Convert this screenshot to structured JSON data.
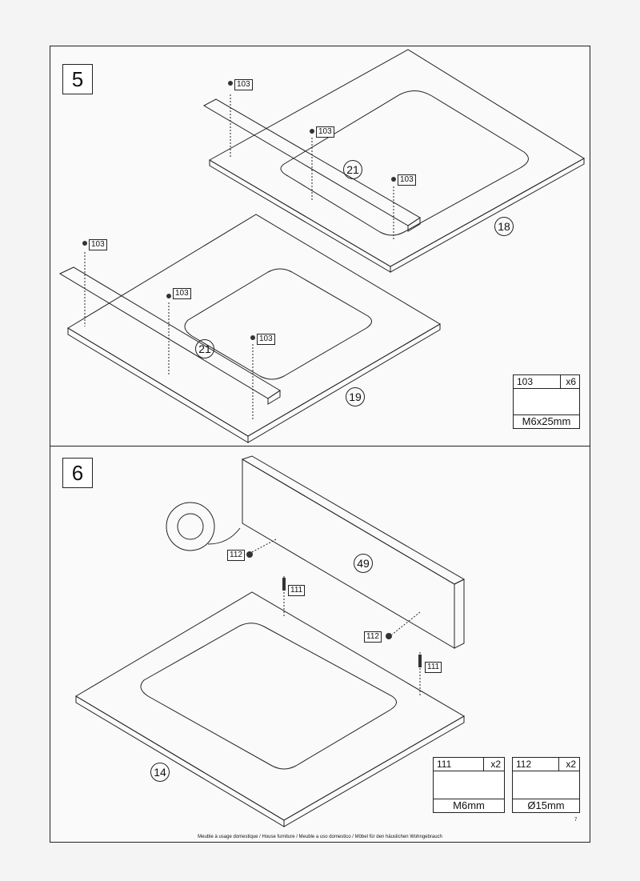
{
  "steps": [
    {
      "number": "5"
    },
    {
      "number": "6"
    }
  ],
  "step5": {
    "screw_label": "103",
    "parts": {
      "rail_a": "21",
      "panel_a": "18",
      "rail_b": "21",
      "panel_b": "19"
    },
    "hardware": {
      "id": "103",
      "qty": "x6",
      "size": "M6x25mm"
    }
  },
  "step6": {
    "dowel_label": "111",
    "cam_label": "112",
    "parts": {
      "back_panel": "49",
      "base_panel": "14"
    },
    "hardware": [
      {
        "id": "111",
        "qty": "x2",
        "size": "M6mm"
      },
      {
        "id": "112",
        "qty": "x2",
        "size": "Ø15mm"
      }
    ]
  },
  "footer": "Meuble à usage domestique / House furniture / Meuble a uso domestico / Möbel für den häuslichen Wohngebrauch",
  "page_number": "7"
}
